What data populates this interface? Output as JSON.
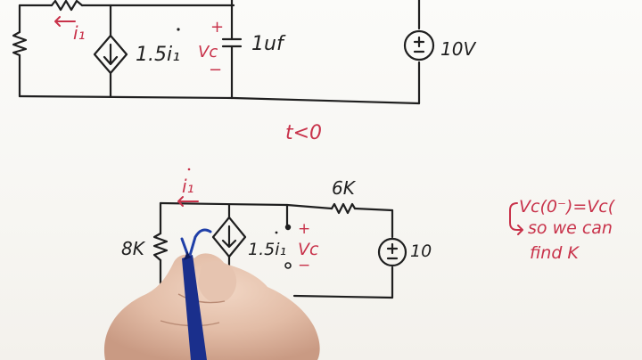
{
  "top_circuit": {
    "current_label": "i₁",
    "dep_source_label": "1.5i₁",
    "cap_plus": "+",
    "cap_voltage": "Vc",
    "cap_minus": "−",
    "cap_value": "1uf",
    "source_value": "10V"
  },
  "condition_label": "t<0",
  "bottom_circuit": {
    "current_label": "i₁",
    "resistor_left": "8K",
    "resistor_top": "6K",
    "dep_source_label": "1.5i₁",
    "node_plus": "+",
    "node_voltage": "Vc",
    "node_minus": "−",
    "source_value": "10"
  },
  "note": {
    "line1": "Vc(0⁻)=Vc(",
    "line2": "so we can",
    "line3": "find K"
  },
  "colors": {
    "ink": "#1f1f1f",
    "red_ink": "#c8324a",
    "blue_ink": "#1f3fa8",
    "paper": "#f7f6f2"
  }
}
